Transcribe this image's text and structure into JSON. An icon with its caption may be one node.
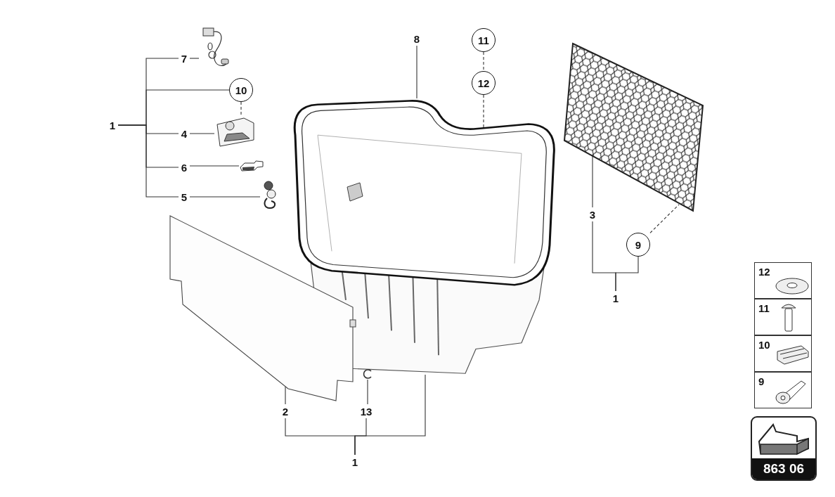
{
  "diagram": {
    "nodes": [
      {
        "text": [
          "1"
        ]
      },
      {
        "text": [
          "7"
        ]
      },
      {
        "text": [
          "10"
        ]
      },
      {
        "text": [
          "4"
        ]
      },
      {
        "text": [
          "6"
        ]
      },
      {
        "text": [
          "5"
        ]
      },
      {
        "text": [],
        "shape": "picture"
      },
      {
        "text": [],
        "shape": "picture"
      },
      {
        "text": [],
        "shape": "picture"
      },
      {
        "text": [],
        "shape": "picture"
      },
      {
        "text": [
          "8"
        ]
      },
      {
        "text": [
          "11"
        ]
      },
      {
        "text": [
          "12"
        ]
      },
      {
        "text": [],
        "shape": "picture"
      },
      {
        "text": [],
        "shape": "picture"
      },
      {
        "text": [
          "3"
        ]
      },
      {
        "text": [
          "9"
        ]
      },
      {
        "text": [
          "1"
        ]
      },
      {
        "text": [],
        "shape": "picture"
      },
      {
        "text": [],
        "shape": "picture"
      },
      {
        "text": [
          "2"
        ]
      },
      {
        "text": [
          "13"
        ]
      },
      {
        "text": [
          "1"
        ]
      },
      {
        "text": [
          "12"
        ]
      },
      {
        "text": [
          "11"
        ]
      },
      {
        "text": [
          "10"
        ]
      },
      {
        "text": [
          "9"
        ]
      },
      {
        "text": [
          "863 06"
        ]
      }
    ],
    "edges": [
      {
        "from": 0,
        "to": 1,
        "arrow": "none"
      },
      {
        "from": 0,
        "to": 2,
        "arrow": "none"
      },
      {
        "from": 0,
        "to": 3,
        "arrow": "none"
      },
      {
        "from": 0,
        "to": 4,
        "arrow": "none"
      },
      {
        "from": 0,
        "to": 5,
        "arrow": "none"
      },
      {
        "from": 1,
        "to": 6,
        "arrow": "none"
      },
      {
        "from": 2,
        "to": 7,
        "arrow": "none",
        "style": "dashed"
      },
      {
        "from": 3,
        "to": 7,
        "arrow": "none"
      },
      {
        "from": 4,
        "to": 8,
        "arrow": "none"
      },
      {
        "from": 5,
        "to": 9,
        "arrow": "none"
      },
      {
        "from": 10,
        "to": 13,
        "arrow": "none"
      },
      {
        "from": 11,
        "to": 12,
        "arrow": "none",
        "style": "dashed"
      },
      {
        "from": 12,
        "to": 13,
        "arrow": "none",
        "style": "dashed"
      },
      {
        "from": 15,
        "to": 14,
        "arrow": "none"
      },
      {
        "from": 16,
        "to": 14,
        "arrow": "none",
        "style": "dashed"
      },
      {
        "from": 17,
        "to": 15,
        "arrow": "none"
      },
      {
        "from": 17,
        "to": 16,
        "arrow": "none"
      },
      {
        "from": 20,
        "to": 18,
        "arrow": "none"
      },
      {
        "from": 21,
        "to": 19,
        "arrow": "none"
      },
      {
        "from": 22,
        "to": 20,
        "arrow": "none"
      },
      {
        "from": 22,
        "to": 21,
        "arrow": "none"
      },
      {
        "from": 22,
        "to": 13,
        "arrow": "none"
      }
    ]
  }
}
